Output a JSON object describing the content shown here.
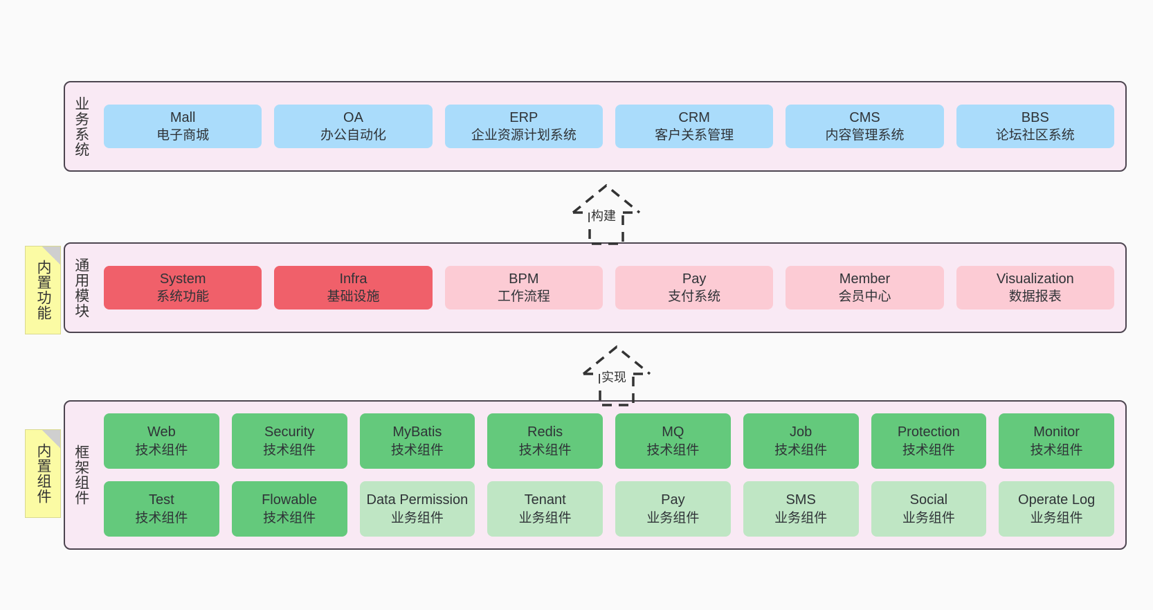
{
  "diagram": {
    "background": "#fafafa",
    "layer_fill": "#f9e9f4",
    "layer_border": "#4d4550",
    "note_fill": "#fbfba4",
    "colors": {
      "blue": "#aadcfb",
      "red": "#f0606a",
      "pink": "#fccbd4",
      "green": "#64c97c",
      "light_green": "#bfe6c4"
    }
  },
  "layers": [
    {
      "id": "business",
      "title": "业务系统",
      "rows": [
        {
          "cards": [
            {
              "en": "Mall",
              "cn": "电子商城",
              "color": "blue"
            },
            {
              "en": "OA",
              "cn": "办公自动化",
              "color": "blue"
            },
            {
              "en": "ERP",
              "cn": "企业资源计划系统",
              "color": "blue"
            },
            {
              "en": "CRM",
              "cn": "客户关系管理",
              "color": "blue"
            },
            {
              "en": "CMS",
              "cn": "内容管理系统",
              "color": "blue"
            },
            {
              "en": "BBS",
              "cn": "论坛社区系统",
              "color": "blue"
            }
          ]
        }
      ]
    },
    {
      "id": "common-modules",
      "title": "通用模块",
      "note": "内置功能",
      "rows": [
        {
          "cards": [
            {
              "en": "System",
              "cn": "系统功能",
              "color": "red"
            },
            {
              "en": "Infra",
              "cn": "基础设施",
              "color": "red"
            },
            {
              "en": "BPM",
              "cn": "工作流程",
              "color": "pink"
            },
            {
              "en": "Pay",
              "cn": "支付系统",
              "color": "pink"
            },
            {
              "en": "Member",
              "cn": "会员中心",
              "color": "pink"
            },
            {
              "en": "Visualization",
              "cn": "数据报表",
              "color": "pink"
            }
          ]
        }
      ]
    },
    {
      "id": "framework-components",
      "title": "框架组件",
      "note": "内置组件",
      "rows": [
        {
          "cards": [
            {
              "en": "Web",
              "cn": "技术组件",
              "color": "green"
            },
            {
              "en": "Security",
              "cn": "技术组件",
              "color": "green"
            },
            {
              "en": "MyBatis",
              "cn": "技术组件",
              "color": "green"
            },
            {
              "en": "Redis",
              "cn": "技术组件",
              "color": "green"
            },
            {
              "en": "MQ",
              "cn": "技术组件",
              "color": "green"
            },
            {
              "en": "Job",
              "cn": "技术组件",
              "color": "green"
            },
            {
              "en": "Protection",
              "cn": "技术组件",
              "color": "green"
            },
            {
              "en": "Monitor",
              "cn": "技术组件",
              "color": "green"
            }
          ]
        },
        {
          "cards": [
            {
              "en": "Test",
              "cn": "技术组件",
              "color": "green"
            },
            {
              "en": "Flowable",
              "cn": "技术组件",
              "color": "green"
            },
            {
              "en": "Data Permission",
              "cn": "业务组件",
              "color": "light_green"
            },
            {
              "en": "Tenant",
              "cn": "业务组件",
              "color": "light_green"
            },
            {
              "en": "Pay",
              "cn": "业务组件",
              "color": "light_green"
            },
            {
              "en": "SMS",
              "cn": "业务组件",
              "color": "light_green"
            },
            {
              "en": "Social",
              "cn": "业务组件",
              "color": "light_green"
            },
            {
              "en": "Operate Log",
              "cn": "业务组件",
              "color": "light_green"
            }
          ]
        }
      ]
    }
  ],
  "connectors": [
    {
      "id": "build",
      "label": "构建",
      "from": "common-modules",
      "to": "business"
    },
    {
      "id": "implement",
      "label": "实现",
      "from": "framework-components",
      "to": "common-modules"
    }
  ]
}
